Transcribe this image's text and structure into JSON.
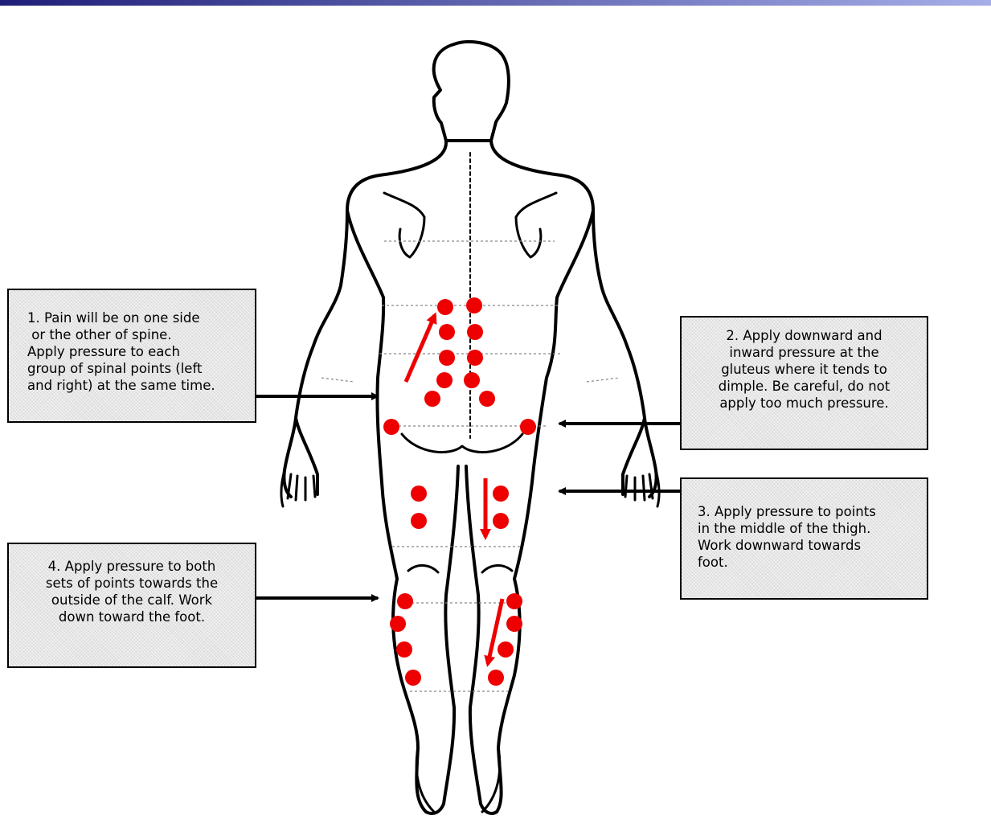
{
  "colors": {
    "top_bar_start": "#1e1e78",
    "top_bar_end": "#a6aee8",
    "pressure_point": "#ee0000",
    "motion_arrow": "#ee0000",
    "callout_fill": "#e6e6e6",
    "outline": "#000000"
  },
  "figure": {
    "subject": "human-body-rear-view",
    "regions": [
      "lower-back",
      "gluteus",
      "thigh",
      "calf"
    ]
  },
  "callouts": [
    {
      "id": 1,
      "lines": [
        "1. Pain will be on one side",
        " or the other of spine.",
        "Apply pressure to each",
        "group of spinal points (left",
        "and right) at the same time."
      ]
    },
    {
      "id": 2,
      "lines": [
        "2. Apply downward and",
        "inward pressure at the",
        "gluteus where it tends to",
        "dimple. Be careful, do not",
        "apply too much pressure."
      ]
    },
    {
      "id": 3,
      "lines": [
        "3. Apply pressure to points",
        "in the middle of the thigh.",
        "Work downward towards",
        "foot."
      ]
    },
    {
      "id": 4,
      "lines": [
        "4. Apply pressure to both",
        "sets of points towards the",
        "outside of the calf. Work",
        "down toward the foot."
      ]
    }
  ]
}
